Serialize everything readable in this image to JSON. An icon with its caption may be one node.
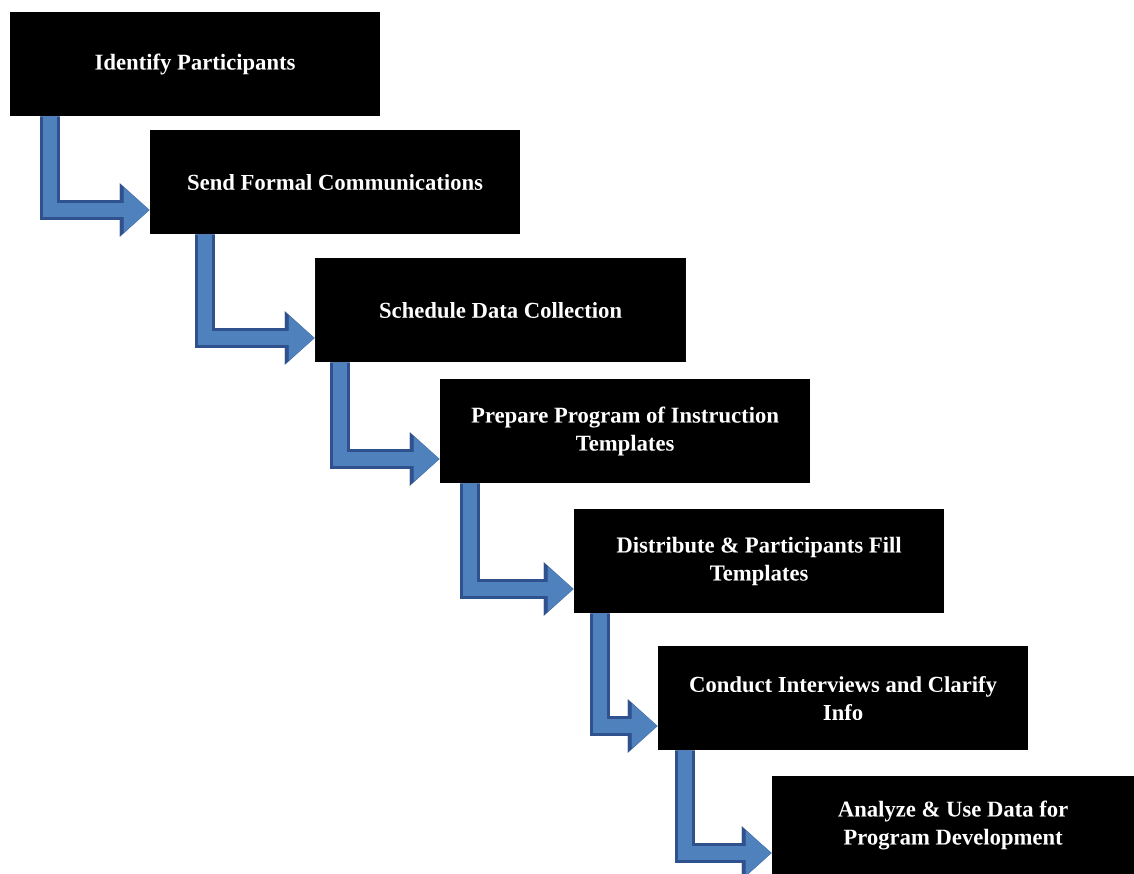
{
  "diagram": {
    "nodes": [
      {
        "text": [
          "Identify Participants"
        ]
      },
      {
        "text": [
          "Send Formal Communications"
        ]
      },
      {
        "text": [
          "Schedule Data Collection"
        ]
      },
      {
        "text": [
          "Prepare Program of Instruction Templates"
        ]
      },
      {
        "text": [
          "Distribute & Participants Fill Templates"
        ]
      },
      {
        "text": [
          "Conduct Interviews and Clarify Info"
        ]
      },
      {
        "text": [
          "Analyze & Use Data for Program Development"
        ]
      }
    ],
    "edges": [
      {
        "from": 0,
        "to": 1,
        "arrow": "to"
      },
      {
        "from": 1,
        "to": 2,
        "arrow": "to"
      },
      {
        "from": 2,
        "to": 3,
        "arrow": "to"
      },
      {
        "from": 3,
        "to": 4,
        "arrow": "to"
      },
      {
        "from": 4,
        "to": 5,
        "arrow": "to"
      },
      {
        "from": 5,
        "to": 6,
        "arrow": "to"
      }
    ]
  }
}
